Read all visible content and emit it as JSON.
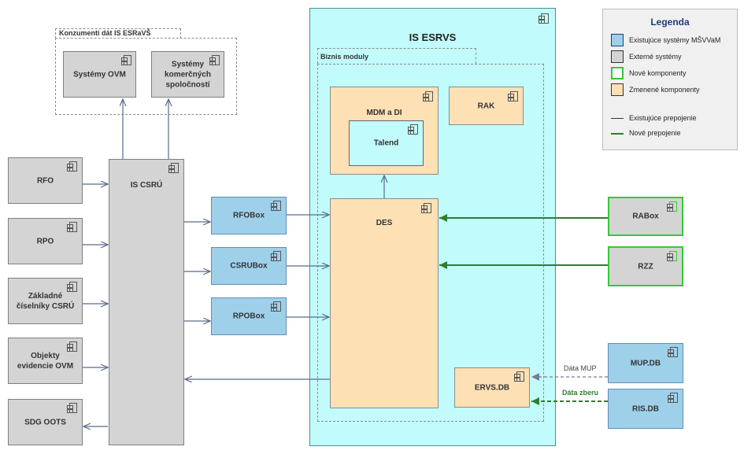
{
  "consumers_group": {
    "label": "Konzumenti dát IS ESRaVŠ",
    "items": [
      "Systémy OVM",
      "Systémy komerčných spoločností"
    ]
  },
  "left_sources": [
    "RFO",
    "RPO",
    "Základné číselníky CSRÚ",
    "Objekty evidencie OVM",
    "SDG OOTS"
  ],
  "is_csru": "IS CSRÚ",
  "boxes": {
    "rfobox": "RFOBox",
    "csrubox": "CSRUBox",
    "rpobox": "RPOBox"
  },
  "is_esrvs": {
    "title": "IS ESRVS",
    "biznis_label": "Biznis moduly",
    "mdm": "MDM a DI",
    "talend": "Talend",
    "rak": "RAK",
    "des": "DES",
    "ervs_db": "ERVS.DB"
  },
  "right_systems": {
    "rabox": "RABox",
    "rzz": "RZZ",
    "mup_db": "MUP.DB",
    "ris_db": "RIS.DB"
  },
  "edge_labels": {
    "mup": "Dáta MUP",
    "zber": "Dáta zberu"
  },
  "legend": {
    "title": "Legenda",
    "items": [
      "Existujúce systémy MŠVVaM",
      "Externé systémy",
      "Nové komponenty",
      "Zmenené komponenty"
    ],
    "lines": [
      "Existujúce prepojenie",
      "Nové prepojenie"
    ]
  },
  "colors": {
    "existing": "#9fd0ea",
    "external": "#d4d4d4",
    "new": "#33cc33",
    "changed": "#fde0b4",
    "new_link": "#2e7d32",
    "link": "#5a6a8a"
  }
}
